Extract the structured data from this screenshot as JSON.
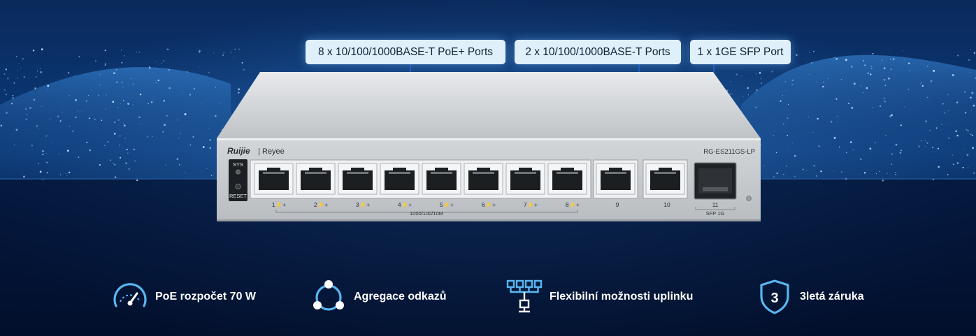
{
  "callouts": {
    "poe_ports": "8 x 10/100/1000BASE-T PoE+ Ports",
    "rj45_ports": "2 x 10/100/1000BASE-T Ports",
    "sfp_port": "1 x 1GE SFP Port"
  },
  "device": {
    "brand_logo": "Ruijie",
    "brand_sub": "Reyee",
    "model": "RG-ES211GS-LP",
    "sys_label": "SYS",
    "reset_label": "RESET",
    "poe_port_labels": [
      "1",
      "2",
      "3",
      "4",
      "5",
      "6",
      "7",
      "8"
    ],
    "poe_speed_label": "1000/100/10M",
    "uplink_port_labels": [
      "9",
      "10"
    ],
    "sfp_port_number": "11",
    "sfp_label": "SFP 1G"
  },
  "features": [
    {
      "icon": "speedometer-icon",
      "label": "PoE rozpočet 70 W"
    },
    {
      "icon": "link-aggregation-icon",
      "label": "Agregace odkazů"
    },
    {
      "icon": "network-topology-icon",
      "label": "Flexibilní možnosti uplinku"
    },
    {
      "icon": "shield-icon",
      "label": "3letá záruka",
      "badge": "3"
    }
  ],
  "colors": {
    "background": "#03112a",
    "callout_bg": "#dff0fb",
    "leader_line": "#2a62c8",
    "chassis": "#c9ccd0",
    "feature_text": "#ffffff",
    "icon_stroke": "#5ab6f0"
  }
}
